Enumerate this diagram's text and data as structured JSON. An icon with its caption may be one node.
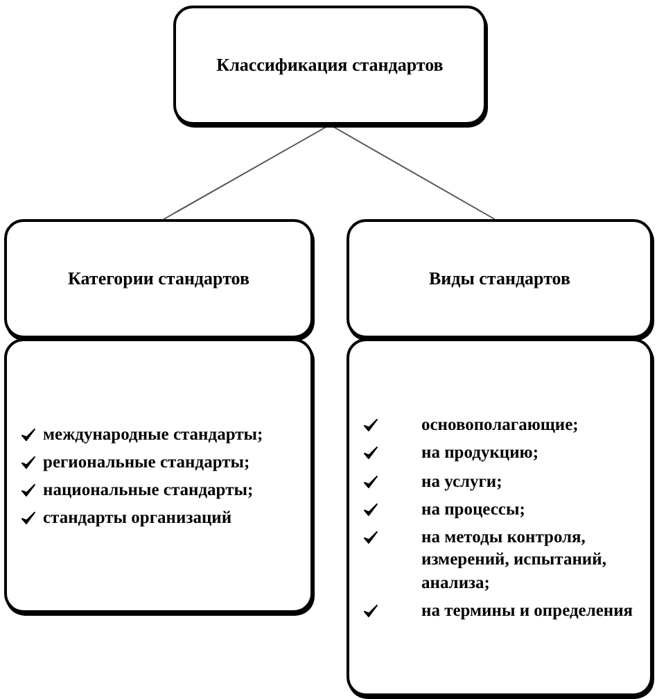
{
  "diagram": {
    "nodes": [
      {
        "text": [
          "Классификация стандартов"
        ]
      },
      {
        "text": [
          "Категории стандартов"
        ]
      },
      {
        "text": [
          "Виды стандартов"
        ]
      },
      {
        "text": [
          "международные стандарты;",
          "региональные стандарты;",
          "национальные стандарты;",
          "стандарты организаций"
        ]
      },
      {
        "text": [
          "основополагающие;",
          "на продукцию;",
          "на услуги;",
          "на процессы;",
          "на методы контроля, измерений, испытаний, анализа;",
          "на термины и определения"
        ]
      }
    ],
    "edges": [
      {
        "from": 0,
        "to": 1,
        "arrow": "none"
      },
      {
        "from": 0,
        "to": 2,
        "arrow": "none"
      }
    ]
  }
}
